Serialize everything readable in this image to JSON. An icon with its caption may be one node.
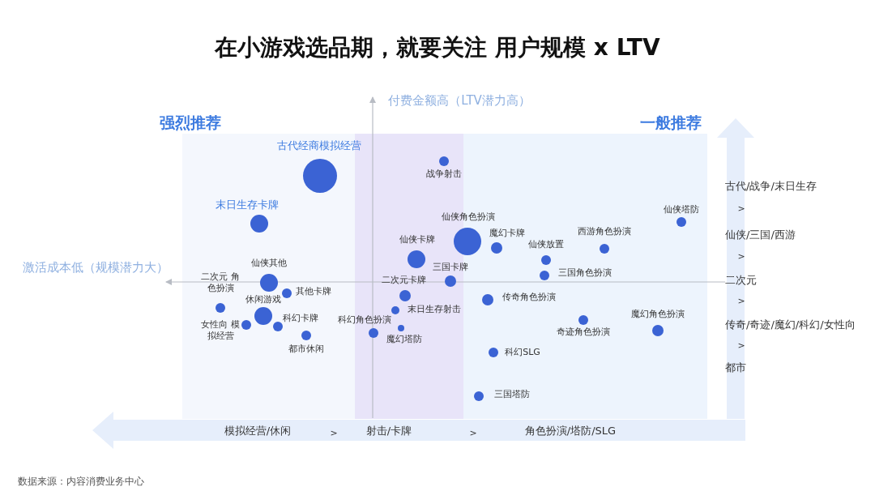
{
  "diagram": {
    "title": "在小游戏选品期，就要关注 **用户规模 x LTV**",
    "labels": [
      "付费金额高（LTV潜力高）",
      "强烈推荐",
      "一般推荐",
      "古代经商模拟经营",
      "战争射击",
      "末日生存卡牌",
      "古代/战争/末日生存",
      "仙侠塔防",
      "仙侠角色扮演",
      "魔幻卡牌",
      "西游角色扮演",
      ">",
      "仙侠/三国/西游",
      "仙侠卡牌",
      "仙侠放置",
      "仙侠其他",
      "激活成本低（规模潜力大）",
      "三国卡牌",
      "三国角色扮演",
      ">",
      "二次元 角色扮演",
      "二次元卡牌",
      "二次元",
      "其他卡牌",
      "休闲游戏",
      "传奇角色扮演",
      ">",
      "末日生存射击",
      "科幻卡牌",
      "魔幻角色扮演",
      "科幻角色扮演",
      "传奇/奇迹/魔幻/科幻/女性向",
      "女性向 模拟经营",
      "奇迹角色扮演",
      "魔幻塔防",
      "都市休闲",
      ">",
      "科幻SLG",
      "都市",
      "三国塔防",
      "模拟经营/休闲",
      ">",
      "射击/卡牌",
      ">",
      "角色扮演/塔防/SLG",
      "数据来源：内容消费业务中心"
    ]
  }
}
